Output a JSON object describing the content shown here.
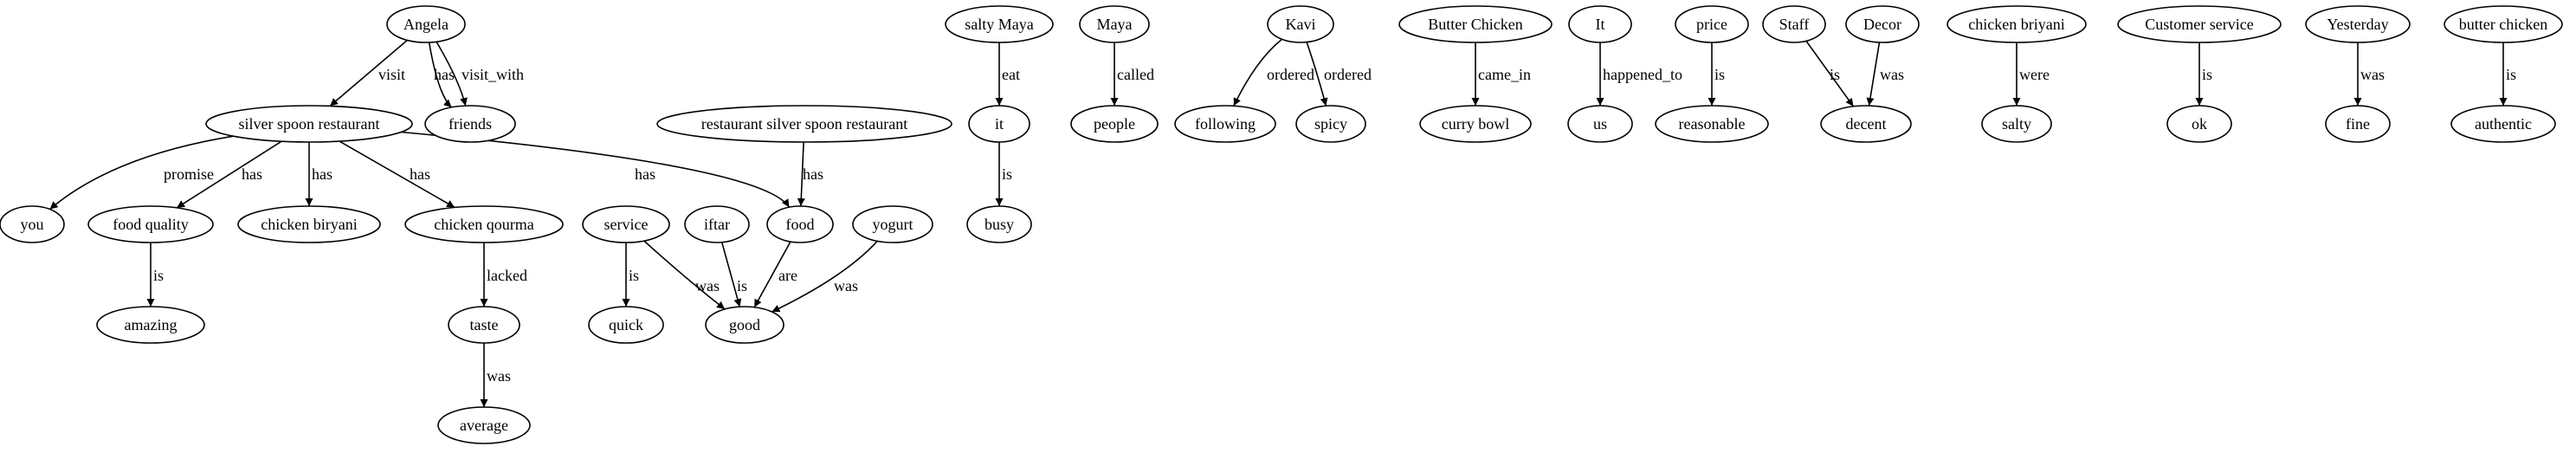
{
  "graph": {
    "nodes": [
      {
        "id": "angela",
        "label": "Angela"
      },
      {
        "id": "ssr",
        "label": "silver spoon restaurant"
      },
      {
        "id": "friends",
        "label": "friends"
      },
      {
        "id": "you",
        "label": "you"
      },
      {
        "id": "food_quality",
        "label": "food quality"
      },
      {
        "id": "chicken_biryani_lc",
        "label": "chicken biryani"
      },
      {
        "id": "chicken_qourma",
        "label": "chicken qourma"
      },
      {
        "id": "amazing",
        "label": "amazing"
      },
      {
        "id": "taste",
        "label": "taste"
      },
      {
        "id": "average",
        "label": "average"
      },
      {
        "id": "rssr",
        "label": "restaurant silver spoon restaurant"
      },
      {
        "id": "food",
        "label": "food"
      },
      {
        "id": "service",
        "label": "service"
      },
      {
        "id": "iftar",
        "label": "iftar"
      },
      {
        "id": "yogurt",
        "label": "yogurt"
      },
      {
        "id": "quick",
        "label": "quick"
      },
      {
        "id": "good",
        "label": "good"
      },
      {
        "id": "salty_maya",
        "label": "salty Maya"
      },
      {
        "id": "it_lc",
        "label": "it"
      },
      {
        "id": "busy",
        "label": "busy"
      },
      {
        "id": "maya",
        "label": "Maya"
      },
      {
        "id": "people",
        "label": "people"
      },
      {
        "id": "kavi",
        "label": "Kavi"
      },
      {
        "id": "following",
        "label": "following"
      },
      {
        "id": "spicy",
        "label": "spicy"
      },
      {
        "id": "butter_chicken_cap",
        "label": "Butter Chicken"
      },
      {
        "id": "curry_bowl",
        "label": "curry bowl"
      },
      {
        "id": "it_cap",
        "label": "It"
      },
      {
        "id": "us",
        "label": "us"
      },
      {
        "id": "price",
        "label": "price"
      },
      {
        "id": "reasonable",
        "label": "reasonable"
      },
      {
        "id": "staff",
        "label": "Staff"
      },
      {
        "id": "decor",
        "label": "Decor"
      },
      {
        "id": "decent",
        "label": "decent"
      },
      {
        "id": "chicken_briyani",
        "label": "chicken briyani"
      },
      {
        "id": "salty",
        "label": "salty"
      },
      {
        "id": "customer_service",
        "label": "Customer service"
      },
      {
        "id": "ok",
        "label": "ok"
      },
      {
        "id": "yesterday",
        "label": "Yesterday"
      },
      {
        "id": "fine",
        "label": "fine"
      },
      {
        "id": "butter_chicken_lc",
        "label": "butter chicken"
      },
      {
        "id": "authentic",
        "label": "authentic"
      }
    ],
    "edges": [
      {
        "from": "angela",
        "to": "ssr",
        "label": "visit"
      },
      {
        "from": "angela",
        "to": "friends",
        "label": "has"
      },
      {
        "from": "angela",
        "to": "friends",
        "label": "visit_with"
      },
      {
        "from": "ssr",
        "to": "you",
        "label": "promise"
      },
      {
        "from": "ssr",
        "to": "food_quality",
        "label": "has"
      },
      {
        "from": "ssr",
        "to": "chicken_biryani_lc",
        "label": "has"
      },
      {
        "from": "ssr",
        "to": "chicken_qourma",
        "label": "has"
      },
      {
        "from": "ssr",
        "to": "food",
        "label": "has"
      },
      {
        "from": "food_quality",
        "to": "amazing",
        "label": "is"
      },
      {
        "from": "chicken_qourma",
        "to": "taste",
        "label": "lacked"
      },
      {
        "from": "taste",
        "to": "average",
        "label": "was"
      },
      {
        "from": "rssr",
        "to": "food",
        "label": "has"
      },
      {
        "from": "service",
        "to": "quick",
        "label": "is"
      },
      {
        "from": "service",
        "to": "good",
        "label": "was"
      },
      {
        "from": "iftar",
        "to": "good",
        "label": "is"
      },
      {
        "from": "food",
        "to": "good",
        "label": "are"
      },
      {
        "from": "yogurt",
        "to": "good",
        "label": "was"
      },
      {
        "from": "salty_maya",
        "to": "it_lc",
        "label": "eat"
      },
      {
        "from": "it_lc",
        "to": "busy",
        "label": "is"
      },
      {
        "from": "maya",
        "to": "people",
        "label": "called"
      },
      {
        "from": "kavi",
        "to": "following",
        "label": "ordered"
      },
      {
        "from": "kavi",
        "to": "spicy",
        "label": "ordered"
      },
      {
        "from": "butter_chicken_cap",
        "to": "curry_bowl",
        "label": "came_in"
      },
      {
        "from": "it_cap",
        "to": "us",
        "label": "happened_to"
      },
      {
        "from": "price",
        "to": "reasonable",
        "label": "is"
      },
      {
        "from": "staff",
        "to": "decent",
        "label": "is"
      },
      {
        "from": "decor",
        "to": "decent",
        "label": "was"
      },
      {
        "from": "chicken_briyani",
        "to": "salty",
        "label": "were"
      },
      {
        "from": "customer_service",
        "to": "ok",
        "label": "is"
      },
      {
        "from": "yesterday",
        "to": "fine",
        "label": "was"
      },
      {
        "from": "butter_chicken_lc",
        "to": "authentic",
        "label": "is"
      }
    ]
  }
}
